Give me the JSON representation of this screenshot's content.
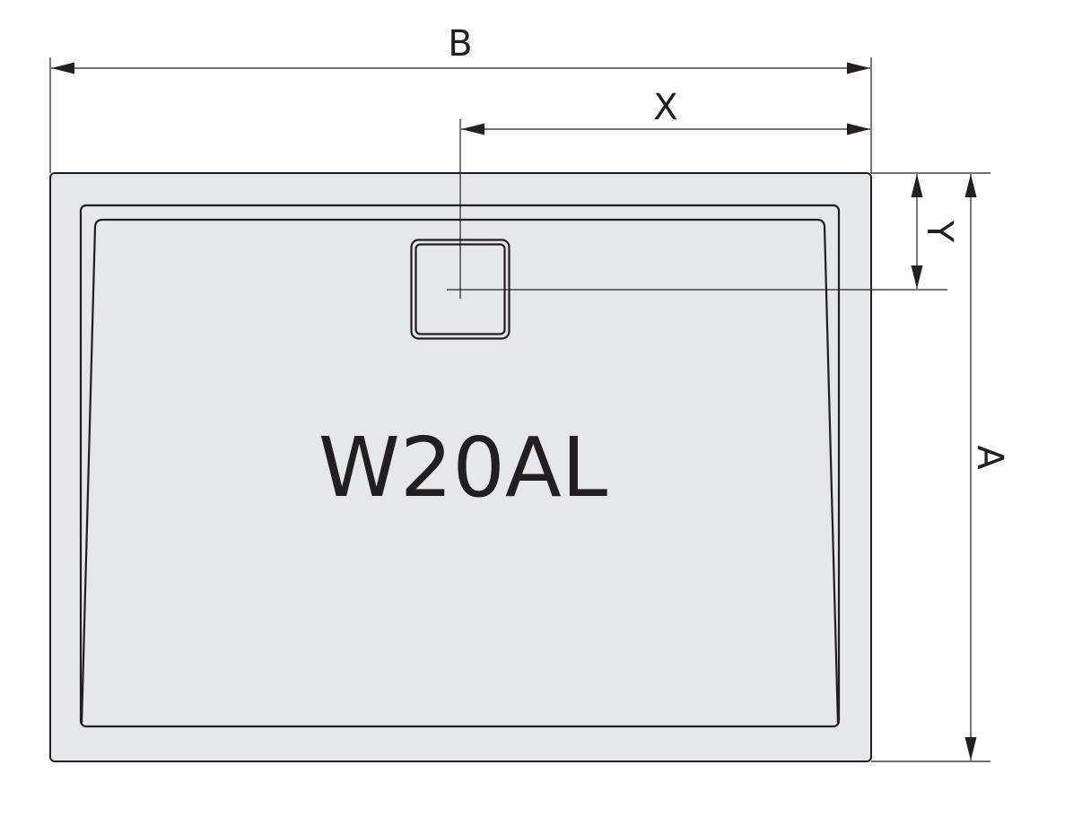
{
  "diagram": {
    "model_label": "W20AL",
    "dimensions": {
      "width_label": "B",
      "drain_x_label": "X",
      "drain_y_label": "Y",
      "length_label": "A"
    },
    "colors": {
      "tray_fill": "#e6e7e9",
      "line": "#231f20"
    }
  }
}
